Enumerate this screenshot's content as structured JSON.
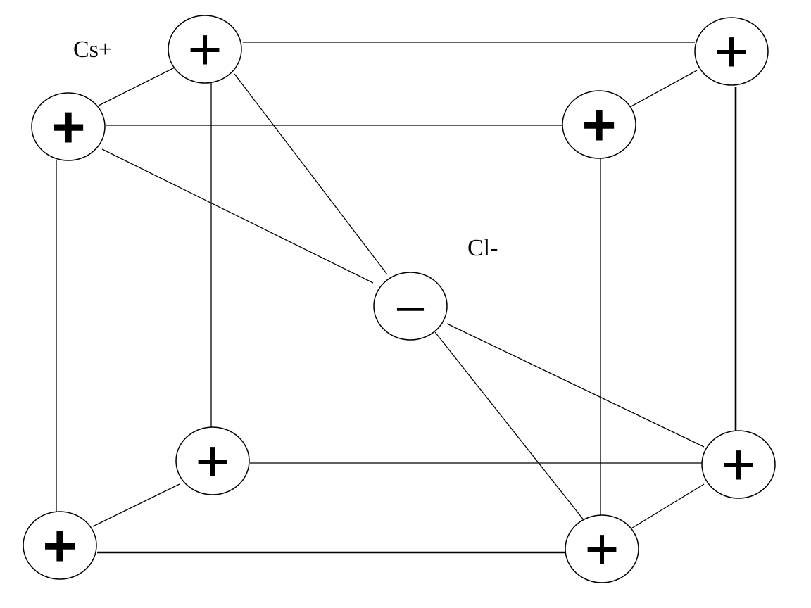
{
  "title": "CsCl crystal structure (body-centered cubic unit cell)",
  "labels": {
    "cation": "Cs+",
    "anion": "Cl-"
  },
  "ions": [
    {
      "id": "top-back-left",
      "charge": "+"
    },
    {
      "id": "top-back-right",
      "charge": "+"
    },
    {
      "id": "top-front-left",
      "charge": "+"
    },
    {
      "id": "top-front-right",
      "charge": "+"
    },
    {
      "id": "center",
      "charge": "-"
    },
    {
      "id": "bottom-back-left",
      "charge": "+"
    },
    {
      "id": "bottom-back-right",
      "charge": "+"
    },
    {
      "id": "bottom-front-left",
      "charge": "+"
    },
    {
      "id": "bottom-front-right",
      "charge": "+"
    }
  ],
  "colors": {
    "stroke": "#000000",
    "background": "#ffffff"
  }
}
